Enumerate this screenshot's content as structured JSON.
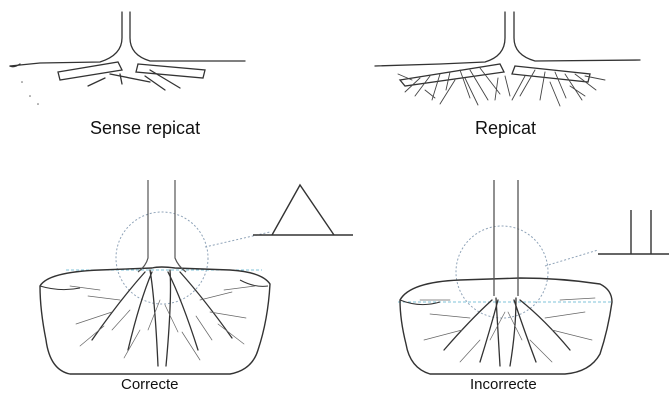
{
  "labels": {
    "no_pruning": "Sense repicat",
    "pruned": "Repicat",
    "correct": "Correcte",
    "incorrect": "Incorrecte"
  },
  "colors": {
    "line": "#333333",
    "fine_root": "#555555",
    "guide_dotted": "#8fa3b8",
    "planting_line": "#7fc3d9"
  }
}
